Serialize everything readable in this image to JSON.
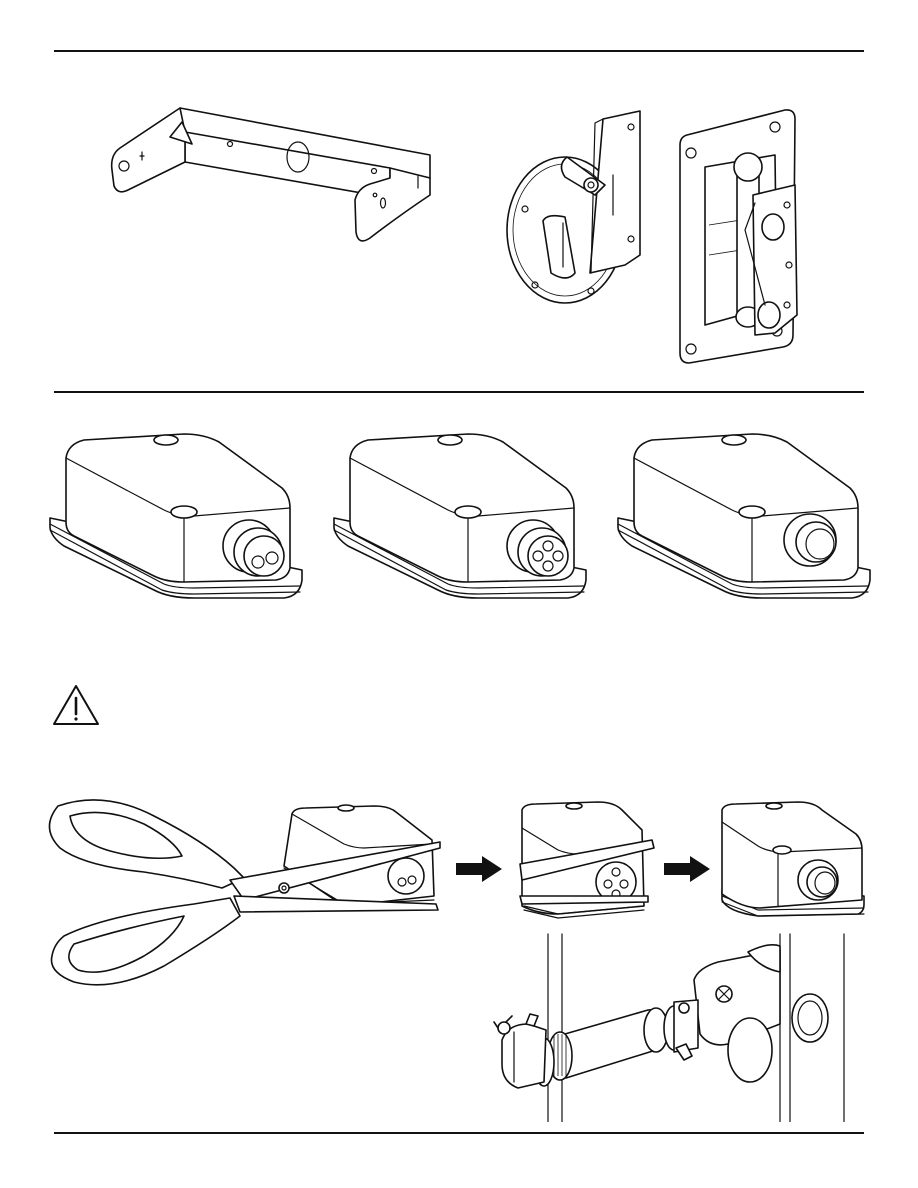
{
  "page": {
    "sections": [
      {
        "id": "brackets",
        "figures": [
          "u-bracket-icon",
          "ceiling-mount-bracket-icon",
          "wall-mount-bracket-icon"
        ]
      },
      {
        "id": "connector-boxes",
        "figures": [
          "junction-box-two-pin-icon",
          "junction-box-four-pin-icon",
          "junction-box-open-port-icon"
        ]
      },
      {
        "id": "warning",
        "icons": [
          "warning-triangle-icon"
        ]
      },
      {
        "id": "cutting-steps",
        "figures": [
          "scissors-cutting-icon",
          "arrow-right-icon",
          "box-cutting-icon",
          "arrow-right-icon",
          "box-opened-icon",
          "conduit-installation-icon"
        ]
      }
    ]
  },
  "colors": {
    "line": "#111111",
    "background": "#ffffff"
  }
}
